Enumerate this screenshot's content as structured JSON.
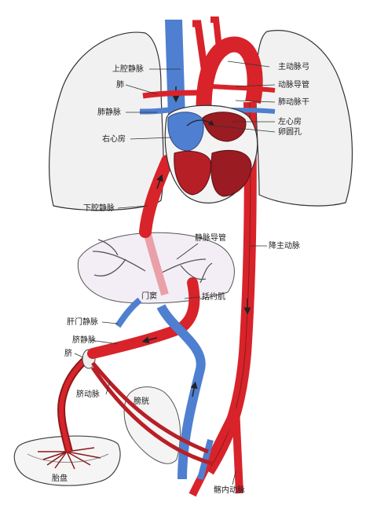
{
  "labels": {
    "svc": "上腔静脉",
    "lung": "肺",
    "pulm_vein": "肺静脉",
    "right_atrium": "右心房",
    "ivc": "下腔静脉",
    "aortic_arch": "主动脉弓",
    "ductus_arteriosus": "动脉导管",
    "pulm_trunk": "肺动脉干",
    "left_atrium": "左心房",
    "foramen_ovale": "卵圆孔",
    "ductus_venosus": "静脉导管",
    "desc_aorta": "降主动脉",
    "portal_sinus": "门窦",
    "sphincter": "括约肌",
    "portal_vein": "肝门静脉",
    "umb_vein": "脐静脉",
    "umbilicus": "脐",
    "umb_artery": "脐动脉",
    "bladder": "膀胱",
    "placenta": "胎盘",
    "int_iliac": "髂内动脉"
  },
  "colors": {
    "oxygenated": "#d8232a",
    "deoxygenated": "#4f7fd0",
    "heart_dark": "#9a1b22",
    "organ_fill": "#f1f1f1",
    "liver_fill": "#f3eef6",
    "line": "#333333"
  }
}
